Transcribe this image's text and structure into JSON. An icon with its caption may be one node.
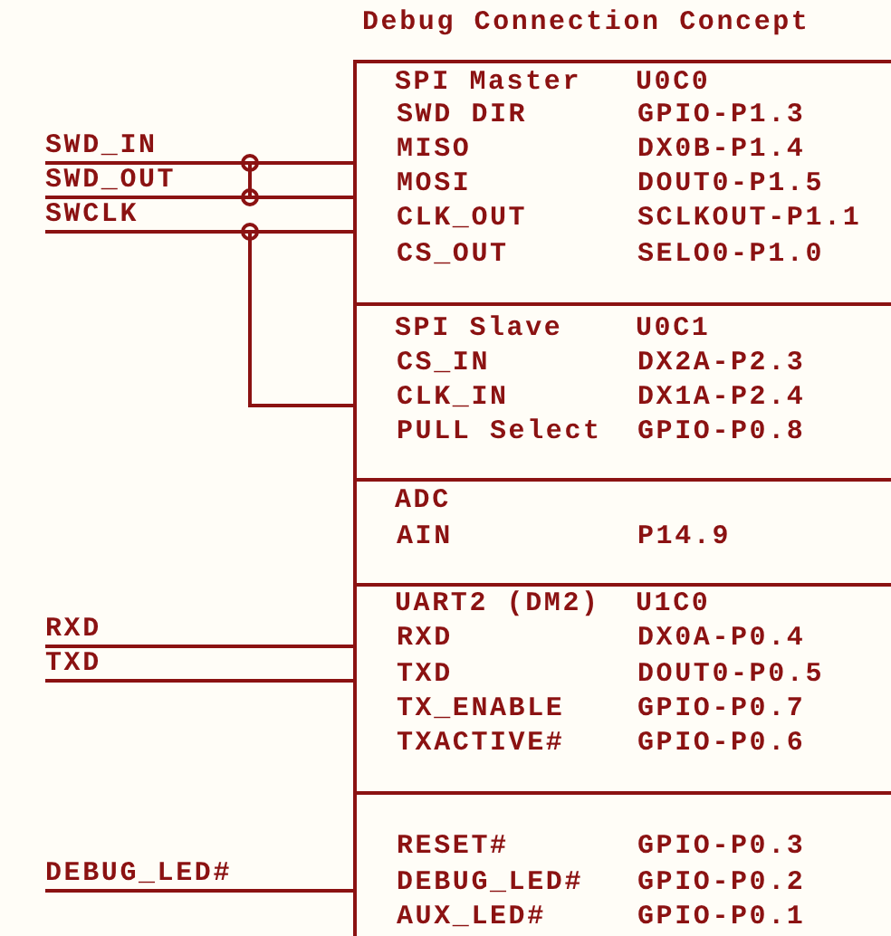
{
  "diagram": {
    "title": "Debug Connection Concept",
    "nodes": [
      {
        "text": [],
        "shape": "box"
      },
      {
        "text": [
          "SPI Master",
          "U0C0"
        ],
        "in": 0
      },
      {
        "text": [
          "SWD DIR",
          "GPIO-P1.3"
        ],
        "in": 1
      },
      {
        "text": [
          "MISO",
          "DX0B-P1.4"
        ],
        "in": 1
      },
      {
        "text": [
          "MOSI",
          "DOUT0-P1.5"
        ],
        "in": 1
      },
      {
        "text": [
          "CLK_OUT",
          "SCLKOUT-P1.1"
        ],
        "in": 1
      },
      {
        "text": [
          "CS_OUT",
          "SELO0-P1.0"
        ],
        "in": 1
      },
      {
        "text": [
          "SPI Slave",
          "U0C1"
        ],
        "in": 0
      },
      {
        "text": [
          "CS_IN",
          "DX2A-P2.3"
        ],
        "in": 7
      },
      {
        "text": [
          "CLK_IN",
          "DX1A-P2.4"
        ],
        "in": 7
      },
      {
        "text": [
          "PULL Select",
          "GPIO-P0.8"
        ],
        "in": 7
      },
      {
        "text": [
          "ADC"
        ],
        "in": 0
      },
      {
        "text": [
          "AIN",
          "P14.9"
        ],
        "in": 11
      },
      {
        "text": [
          "UART2 (DM2)",
          "U1C0"
        ],
        "in": 0
      },
      {
        "text": [
          "RXD",
          "DX0A-P0.4"
        ],
        "in": 13
      },
      {
        "text": [
          "TXD",
          "DOUT0-P0.5"
        ],
        "in": 13
      },
      {
        "text": [
          "TX_ENABLE",
          "GPIO-P0.7"
        ],
        "in": 13
      },
      {
        "text": [
          "TXACTIVE#",
          "GPIO-P0.6"
        ],
        "in": 13
      },
      {
        "text": [],
        "shape": "box",
        "in": 0
      },
      {
        "text": [
          "RESET#",
          "GPIO-P0.3"
        ],
        "in": 18
      },
      {
        "text": [
          "DEBUG_LED#",
          "GPIO-P0.2"
        ],
        "in": 18
      },
      {
        "text": [
          "AUX_LED#",
          "GPIO-P0.1"
        ],
        "in": 18
      },
      {
        "text": [
          "SWD_IN"
        ]
      },
      {
        "text": [
          "SWD_OUT"
        ]
      },
      {
        "text": [
          "SWCLK"
        ]
      },
      {
        "text": [
          "RXD"
        ]
      },
      {
        "text": [
          "TXD"
        ]
      },
      {
        "text": [
          "DEBUG_LED#"
        ]
      }
    ],
    "edges": [
      {
        "from": 22,
        "to": 3,
        "arrow": "none"
      },
      {
        "from": 23,
        "to": 4,
        "arrow": "none"
      },
      {
        "from": 22,
        "to": 23,
        "arrow": "none"
      },
      {
        "from": 24,
        "to": 5,
        "arrow": "none"
      },
      {
        "from": 24,
        "to": 9,
        "arrow": "none"
      },
      {
        "from": 25,
        "to": 14,
        "arrow": "none"
      },
      {
        "from": 26,
        "to": 15,
        "arrow": "none"
      },
      {
        "from": 27,
        "to": 20,
        "arrow": "none"
      }
    ]
  }
}
